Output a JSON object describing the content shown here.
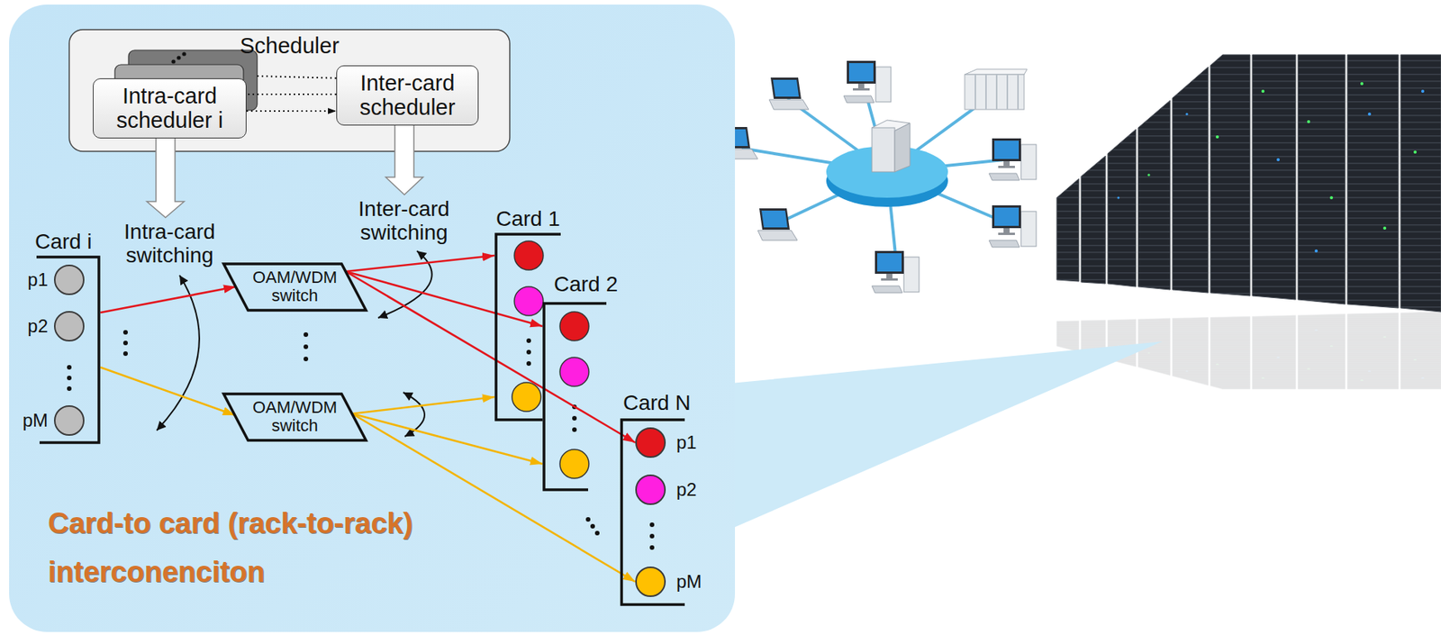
{
  "diagram": {
    "nodes": [
      {
        "text": [
          "Card-to card (rack-to-rack) interconenciton"
        ]
      },
      {
        "text": [
          "Scheduler"
        ],
        "in": 0
      },
      {
        "text": [
          "Intra-card scheduler i"
        ],
        "in": 1
      },
      {
        "text": [
          "Inter-card scheduler"
        ],
        "in": 1
      },
      {
        "text": [
          "Card i"
        ],
        "in": 0
      },
      {
        "text": [
          "p1"
        ],
        "in": 4
      },
      {
        "text": [
          "p2"
        ],
        "in": 4
      },
      {
        "text": [
          "pM"
        ],
        "in": 4
      },
      {
        "text": [
          "OAM/WDM switch"
        ],
        "in": 0
      },
      {
        "text": [
          "OAM/WDM switch"
        ],
        "in": 0
      },
      {
        "text": [
          "Card 1"
        ],
        "in": 0
      },
      {
        "text": [
          "Card 2"
        ],
        "in": 0
      },
      {
        "text": [
          "Card N"
        ],
        "in": 0
      },
      {
        "text": [
          "p1"
        ],
        "in": 12
      },
      {
        "text": [
          "p2"
        ],
        "in": 12
      },
      {
        "text": [
          "pM"
        ],
        "in": 12
      }
    ],
    "edges": [
      {
        "from": 2,
        "to": 3,
        "arrow": "to"
      },
      {
        "from": 4,
        "to": 8,
        "arrow": "to"
      },
      {
        "from": 4,
        "to": 9,
        "arrow": "to"
      },
      {
        "from": 8,
        "to": 10,
        "arrow": "to"
      },
      {
        "from": 8,
        "to": 11,
        "arrow": "to"
      },
      {
        "from": 8,
        "to": 13,
        "arrow": "to"
      },
      {
        "from": 9,
        "to": 10,
        "arrow": "to"
      },
      {
        "from": 9,
        "to": 11,
        "arrow": "to"
      },
      {
        "from": 9,
        "to": 15,
        "arrow": "to"
      }
    ],
    "labels": [
      "Intra-card switching",
      "Inter-card switching"
    ]
  }
}
